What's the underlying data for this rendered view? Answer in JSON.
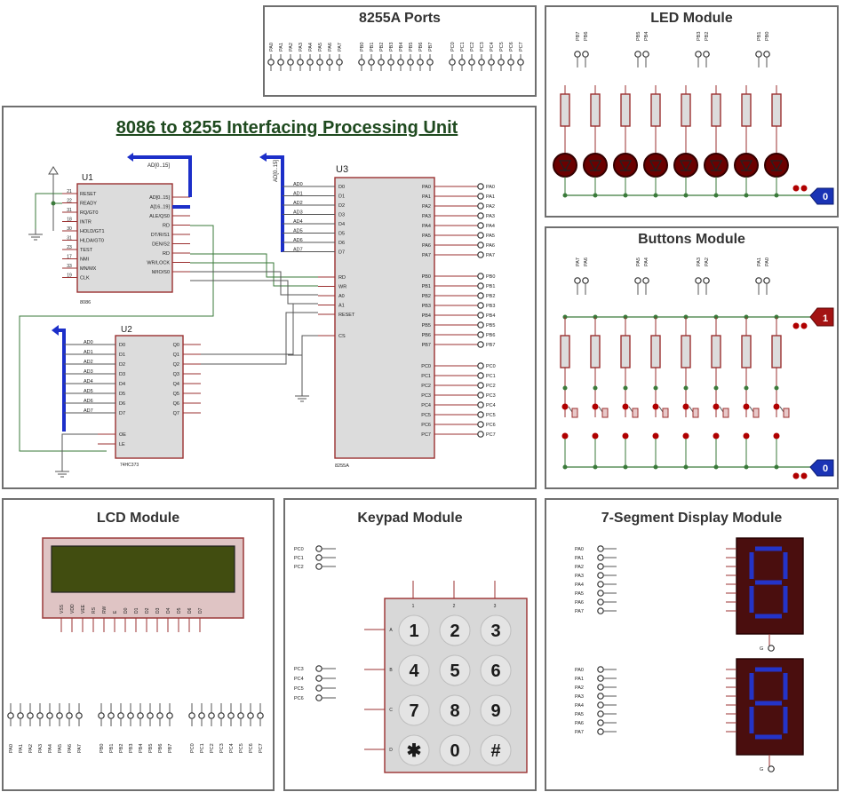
{
  "panels": {
    "ports": "8255A Ports",
    "led": "LED Module",
    "buttons": "Buttons Module",
    "main": "8086 to 8255 Interfacing Processing Unit",
    "lcd": "LCD Module",
    "keypad": "Keypad Module",
    "seg": "7-Segment Display Module"
  },
  "u1": {
    "ref": "U1",
    "part": "8086",
    "left_pins": [
      "RESET",
      "READY",
      "RQ/GT0",
      "INTR",
      "HOLD/GT1",
      "HLDA/GT0",
      "TEST",
      "NMI",
      "MN/MX",
      "CLK"
    ],
    "left_nums": [
      "21",
      "22",
      "31",
      "18",
      "30",
      "31",
      "23",
      "17",
      "33",
      "19"
    ],
    "right_pins": [
      "AD[0..15]",
      "A[16..19]",
      "ALE/QS0",
      "RD",
      "DT/R/S1",
      "DEN/S2",
      "RD",
      "WR/LOCK",
      "M/IO/S0"
    ],
    "bus_label": "AD[0..15]"
  },
  "u2": {
    "ref": "U2",
    "part": "74HC373",
    "inputs": [
      "AD0",
      "AD1",
      "AD2",
      "AD3",
      "AD4",
      "AD5",
      "AD6",
      "AD7"
    ],
    "in_pins": [
      "D0",
      "D1",
      "D2",
      "D3",
      "D4",
      "D5",
      "D6",
      "D7"
    ],
    "out_pins": [
      "Q0",
      "Q1",
      "Q2",
      "Q3",
      "Q4",
      "Q5",
      "Q6",
      "Q7"
    ],
    "ctrl": [
      "OE",
      "LE"
    ]
  },
  "u3": {
    "ref": "U3",
    "part": "8255A",
    "bus_label": "AD[0..15]",
    "d_inputs": [
      "AD0",
      "AD1",
      "AD2",
      "AD3",
      "AD4",
      "AD5",
      "AD6",
      "AD7"
    ],
    "d_pins": [
      "D0",
      "D1",
      "D2",
      "D3",
      "D4",
      "D5",
      "D6",
      "D7"
    ],
    "ctrl_pins": [
      "RD",
      "WR",
      "A0",
      "A1",
      "RESET",
      "CS"
    ],
    "pa": [
      "PA0",
      "PA1",
      "PA2",
      "PA3",
      "PA4",
      "PA5",
      "PA6",
      "PA7"
    ],
    "pb": [
      "PB0",
      "PB1",
      "PB2",
      "PB3",
      "PB4",
      "PB5",
      "PB6",
      "PB7"
    ],
    "pc": [
      "PC0",
      "PC1",
      "PC2",
      "PC3",
      "PC4",
      "PC5",
      "PC6",
      "PC7"
    ]
  },
  "ports_top": {
    "pa": [
      "PA0",
      "PA1",
      "PA2",
      "PA3",
      "PA4",
      "PA5",
      "PA6",
      "PA7"
    ],
    "pb": [
      "PB0",
      "PB1",
      "PB2",
      "PB3",
      "PB4",
      "PB5",
      "PB6",
      "PB7"
    ],
    "pc": [
      "PC0",
      "PC1",
      "PC2",
      "PC3",
      "PC4",
      "PC5",
      "PC6",
      "PC7"
    ]
  },
  "led_module": {
    "pin_pairs": [
      [
        "PB7",
        "PB6"
      ],
      [
        "PB5",
        "PB4"
      ],
      [
        "PB3",
        "PB2"
      ],
      [
        "PB1",
        "PB0"
      ]
    ],
    "led_count": 8,
    "gnd_value": "0"
  },
  "buttons_module": {
    "pin_pairs": [
      [
        "PA7",
        "PA6"
      ],
      [
        "PA5",
        "PA4"
      ],
      [
        "PA3",
        "PA2"
      ],
      [
        "PA1",
        "PA0"
      ]
    ],
    "button_count": 8,
    "vcc_value": "1",
    "gnd_value": "0"
  },
  "lcd_module": {
    "pins": [
      "VSS",
      "VDD",
      "VEE",
      "RS",
      "RW",
      "E",
      "D0",
      "D1",
      "D2",
      "D3",
      "D4",
      "D5",
      "D6",
      "D7"
    ],
    "pa": [
      "PA0",
      "PA1",
      "PA2",
      "PA3",
      "PA4",
      "PA5",
      "PA6",
      "PA7"
    ],
    "pb": [
      "PB0",
      "PB1",
      "PB2",
      "PB3",
      "PB4",
      "PB5",
      "PB6",
      "PB7"
    ],
    "pc": [
      "PC0",
      "PC1",
      "PC2",
      "PC3",
      "PC4",
      "PC5",
      "PC6",
      "PC7"
    ],
    "colors": {
      "screen": "#414d10",
      "frame": "#dfc4c4",
      "border": "#a04444"
    }
  },
  "keypad_module": {
    "cols_in": [
      "PC0",
      "PC1",
      "PC2"
    ],
    "rows_in": [
      "PC3",
      "PC4",
      "PC5",
      "PC6"
    ],
    "col_labels": [
      "1",
      "2",
      "3"
    ],
    "row_labels": [
      "A",
      "B",
      "C",
      "D"
    ],
    "keys": [
      "1",
      "2",
      "3",
      "4",
      "5",
      "6",
      "7",
      "8",
      "9",
      "✱",
      "0",
      "#"
    ]
  },
  "seg_module": {
    "displays": [
      {
        "inputs": [
          "PA0",
          "PA1",
          "PA2",
          "PA3",
          "PA4",
          "PA5",
          "PA6",
          "PA7"
        ],
        "gnd": "G"
      },
      {
        "inputs": [
          "PA0",
          "PA1",
          "PA2",
          "PA3",
          "PA4",
          "PA5",
          "PA6",
          "PA7"
        ],
        "gnd": "G"
      }
    ],
    "colors": {
      "body": "#4a0e0e",
      "segment": "#2434c8"
    }
  },
  "colors": {
    "bus": "#1c2fc9",
    "wire": "#3a7a3a",
    "chip_fill": "#dcdcdc",
    "chip_border": "#9b3030",
    "pin": "#9b3030",
    "led": "#6b0000",
    "border": "#6f6f6f"
  }
}
